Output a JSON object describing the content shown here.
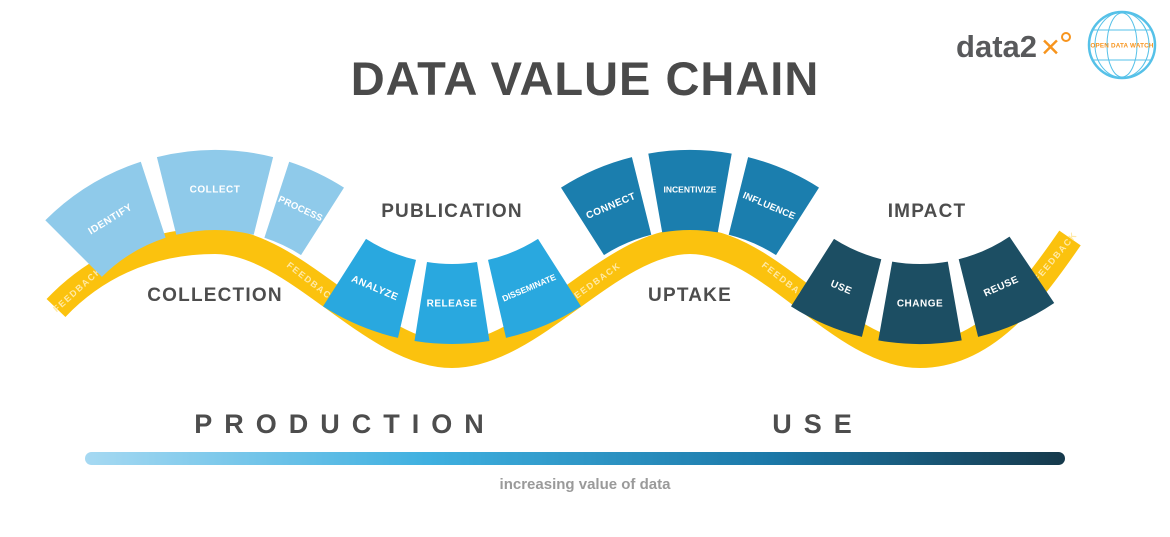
{
  "title": "DATA VALUE CHAIN",
  "brand": {
    "name": "data2",
    "mark": "✕",
    "odw": "OPEN DATA WATCH"
  },
  "stages": [
    {
      "label": "COLLECTION",
      "steps": [
        "IDENTIFY",
        "COLLECT",
        "PROCESS"
      ]
    },
    {
      "label": "PUBLICATION",
      "steps": [
        "ANALYZE",
        "RELEASE",
        "DISSEMINATE"
      ]
    },
    {
      "label": "UPTAKE",
      "steps": [
        "CONNECT",
        "INCENTIVIZE",
        "INFLUENCE"
      ]
    },
    {
      "label": "IMPACT",
      "steps": [
        "USE",
        "CHANGE",
        "REUSE"
      ]
    }
  ],
  "feedback": [
    "FEEDBACK",
    "FEEDBACK",
    "FEEDBACK",
    "FEEDBACK",
    "FEEDBACK"
  ],
  "phases": {
    "production": "PRODUCTION",
    "use": "USE"
  },
  "caption": "increasing value of data",
  "colors": {
    "ribbon": "#FBC20E",
    "stage1": "#8FCAEA",
    "stage2": "#29A8DF",
    "stage3": "#1B7EAE",
    "stage4": "#1C4E63",
    "bar0": "#A6D9F2",
    "bar1": "#3FB0E0",
    "bar2": "#1B78A8",
    "bar3": "#16394B",
    "accent": "#F7941D",
    "logo_blue": "#56C1E8",
    "heading": "#4A4A4A"
  }
}
